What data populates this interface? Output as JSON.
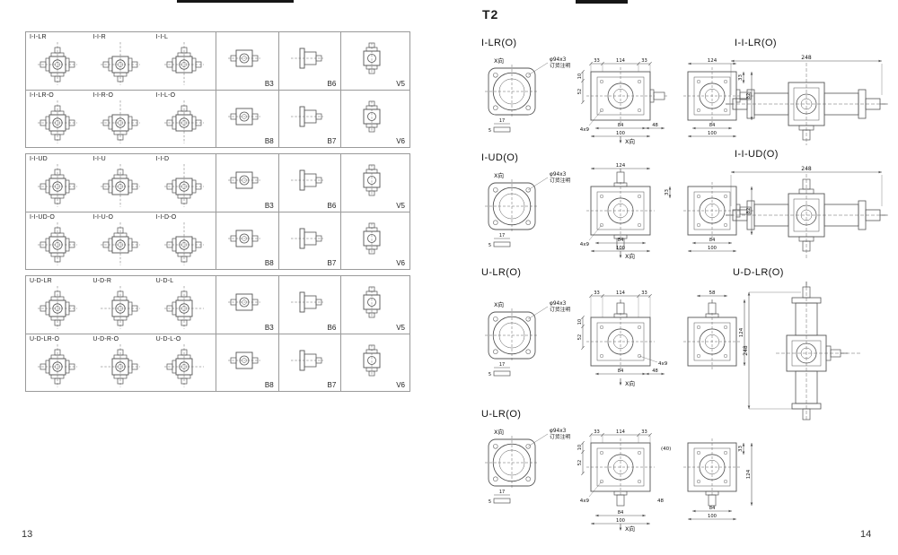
{
  "page": {
    "left_number": "13",
    "right_number": "14"
  },
  "right": {
    "title": "T2",
    "sections": [
      {
        "title": "I-LR(O)",
        "pair_title": "I-I-LR(O)",
        "variant": "lr",
        "dims": {
          "xdir": "X向",
          "flange": "φ94x3",
          "order": "订货注明",
          "key_w": "17",
          "key_h": "5",
          "top": [
            "33",
            "114",
            "33"
          ],
          "side": [
            "10",
            "52"
          ],
          "bottom": [
            "84",
            "48"
          ],
          "bottom_full": "100",
          "bolt": "4x9",
          "rtop": "124",
          "rside": "33",
          "rbottom": [
            "84",
            "100"
          ],
          "rfar": "82",
          "pair_len": "248"
        }
      },
      {
        "title": "I-UD(O)",
        "pair_title": "I-I-UD(O)",
        "variant": "ud",
        "dims": {
          "xdir": "X向",
          "flange": "φ94x3",
          "order": "订货注明",
          "key_w": "17",
          "key_h": "5",
          "top": [
            "124"
          ],
          "side": [
            "33"
          ],
          "bottom": [
            "84"
          ],
          "bottom_full": "100",
          "bolt": "4x9",
          "rbottom": [
            "84",
            "100"
          ],
          "rfar": "82",
          "pair_len": "248"
        }
      },
      {
        "title": "U-LR(O)",
        "pair_title": "U-D-LR(O)",
        "variant": "ulr",
        "dims": {
          "xdir": "X向",
          "flange": "φ94x3",
          "order": "订货注明",
          "key_w": "17",
          "key_h": "5",
          "top": [
            "33",
            "114",
            "33"
          ],
          "side": [
            "10",
            "52"
          ],
          "bottom": [
            "84",
            "48"
          ],
          "bolt": "4x9",
          "rtop": "58",
          "rside_tall": "124",
          "pair_len": "248"
        }
      },
      {
        "title": "U-LR(O)",
        "variant": "ulr2",
        "dims": {
          "xdir": "X向",
          "flange": "φ94x3",
          "order": "订货注明",
          "key_w": "17",
          "key_h": "5",
          "top": [
            "33",
            "114",
            "33"
          ],
          "side": [
            "10",
            "52"
          ],
          "paren": "(40)",
          "shaft_len": "48",
          "bottom": [
            "84"
          ],
          "bottom_full": "100",
          "bolt": "4x9",
          "rside": "33",
          "rside_tall": "124",
          "rbottom": [
            "84",
            "100"
          ]
        }
      }
    ]
  },
  "grid": {
    "groups": [
      {
        "rows": [
          {
            "models": [
              {
                "label": "I-I-LR",
                "shafts": "LRUD"
              },
              {
                "label": "I-I-R",
                "shafts": "LRD"
              },
              {
                "label": "I-I-L",
                "shafts": "LRU"
              }
            ],
            "mounts": [
              {
                "label": "B3",
                "icon": "front"
              },
              {
                "label": "B6",
                "icon": "side"
              },
              {
                "label": "V5",
                "icon": "vert"
              }
            ]
          },
          {
            "models": [
              {
                "label": "I-I-LR-O",
                "shafts": "LRUD"
              },
              {
                "label": "I-I-R-O",
                "shafts": "LRD"
              },
              {
                "label": "I-I-L-O",
                "shafts": "LRU"
              }
            ],
            "mounts": [
              {
                "label": "B8",
                "icon": "front"
              },
              {
                "label": "B7",
                "icon": "side"
              },
              {
                "label": "V6",
                "icon": "vert"
              }
            ]
          }
        ]
      },
      {
        "rows": [
          {
            "models": [
              {
                "label": "I-I-UD",
                "shafts": "LRUD"
              },
              {
                "label": "I-I-U",
                "shafts": "LRU"
              },
              {
                "label": "I-I-D",
                "shafts": "LRD"
              }
            ],
            "mounts": [
              {
                "label": "B3",
                "icon": "front"
              },
              {
                "label": "B6",
                "icon": "side"
              },
              {
                "label": "V5",
                "icon": "vert"
              }
            ]
          },
          {
            "models": [
              {
                "label": "I-I-UD-O",
                "shafts": "LRUD"
              },
              {
                "label": "I-I-U-O",
                "shafts": "LRU"
              },
              {
                "label": "I-I-D-O",
                "shafts": "LRD"
              }
            ],
            "mounts": [
              {
                "label": "B8",
                "icon": "front"
              },
              {
                "label": "B7",
                "icon": "side"
              },
              {
                "label": "V6",
                "icon": "vert"
              }
            ]
          }
        ]
      },
      {
        "rows": [
          {
            "models": [
              {
                "label": "U-D-LR",
                "shafts": "LRUD"
              },
              {
                "label": "U-D-R",
                "shafts": "UDR"
              },
              {
                "label": "U-D-L",
                "shafts": "UDL"
              }
            ],
            "mounts": [
              {
                "label": "B3",
                "icon": "front"
              },
              {
                "label": "B6",
                "icon": "side"
              },
              {
                "label": "V5",
                "icon": "vert"
              }
            ]
          },
          {
            "models": [
              {
                "label": "U-D-LR-O",
                "shafts": "LRUD"
              },
              {
                "label": "U-D-R-O",
                "shafts": "UDR"
              },
              {
                "label": "U-D-L-O",
                "shafts": "UDL"
              }
            ],
            "mounts": [
              {
                "label": "B8",
                "icon": "front"
              },
              {
                "label": "B7",
                "icon": "side"
              },
              {
                "label": "V6",
                "icon": "vert"
              }
            ]
          }
        ]
      }
    ]
  }
}
